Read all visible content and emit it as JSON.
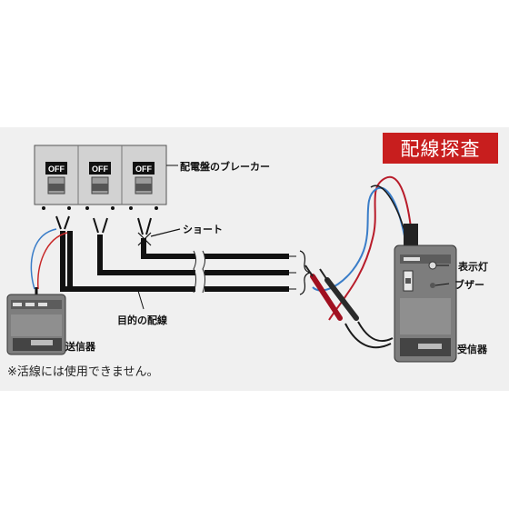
{
  "title": "配線探査",
  "breaker_label": "配電盤のブレーカー",
  "short_label": "ショート",
  "target_wire_label": "目的の配線",
  "transmitter_label": "送信器",
  "receiver_label": "受信器",
  "indicator_lamp_label": "表示灯",
  "buzzer_label": "ブザー",
  "switch_text": "OFF",
  "note": "※活線には使用できません。",
  "colors": {
    "accent": "#c81e1e",
    "panel_bg": "#f0f0f0",
    "device": "#7d7d7d",
    "wire": "#111111"
  }
}
